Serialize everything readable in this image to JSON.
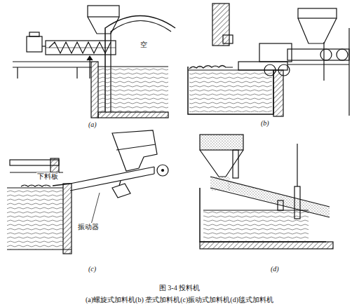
{
  "diagram": {
    "caption": "图 3-4 投料机",
    "labels": [
      "空",
      "(a)",
      "(b)",
      "下料板",
      "振动器",
      "(c)",
      "(d)",
      "(a)螺旋式加料机(b) 垄式加料机(c)振动式加料机(d)毯式加料机"
    ]
  }
}
